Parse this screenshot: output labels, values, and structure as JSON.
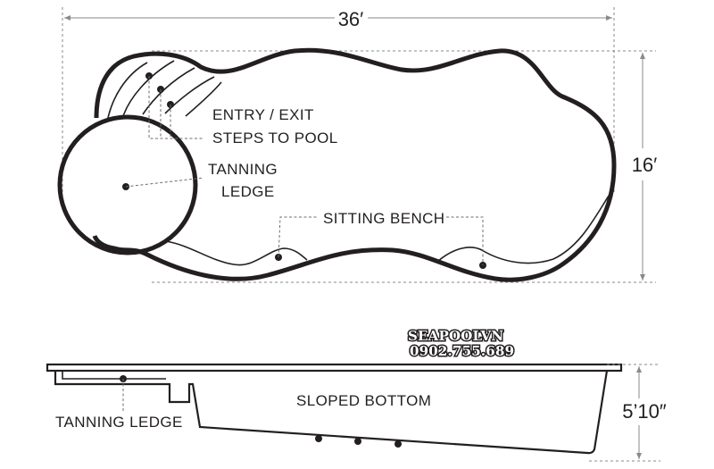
{
  "plan": {
    "length": "36′",
    "width": "16′",
    "labels": {
      "entry_line1": "ENTRY / EXIT",
      "entry_line2": "STEPS TO POOL",
      "tanning_line1": "TANNING",
      "tanning_line2": "LEDGE",
      "sitting_bench": "SITTING BENCH"
    }
  },
  "section": {
    "depth": "5’10″",
    "labels": {
      "tanning_ledge": "TANNING LEDGE",
      "sloped_bottom": "SLOPED BOTTOM"
    }
  },
  "watermark": {
    "brand": "SEAPOOLVN",
    "phone": "0902.755.689"
  },
  "colors": {
    "line": "#231f20",
    "dimension": "#8a8a8a"
  }
}
